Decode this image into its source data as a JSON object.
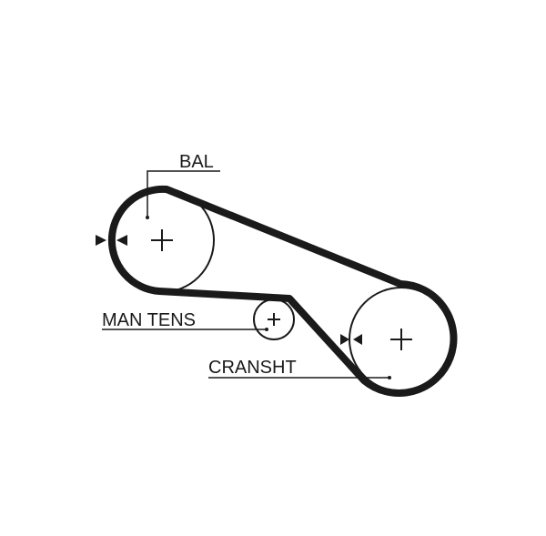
{
  "labels": {
    "bal": "BAL",
    "man_tens": "MAN TENS",
    "cranksht": "CRANSHT"
  },
  "colors": {
    "belt": "#1a1a1a",
    "pulley": "#1a1a1a",
    "background": "#ffffff"
  },
  "icons": [
    "crosshair-icon",
    "arrow-marker-icon"
  ]
}
